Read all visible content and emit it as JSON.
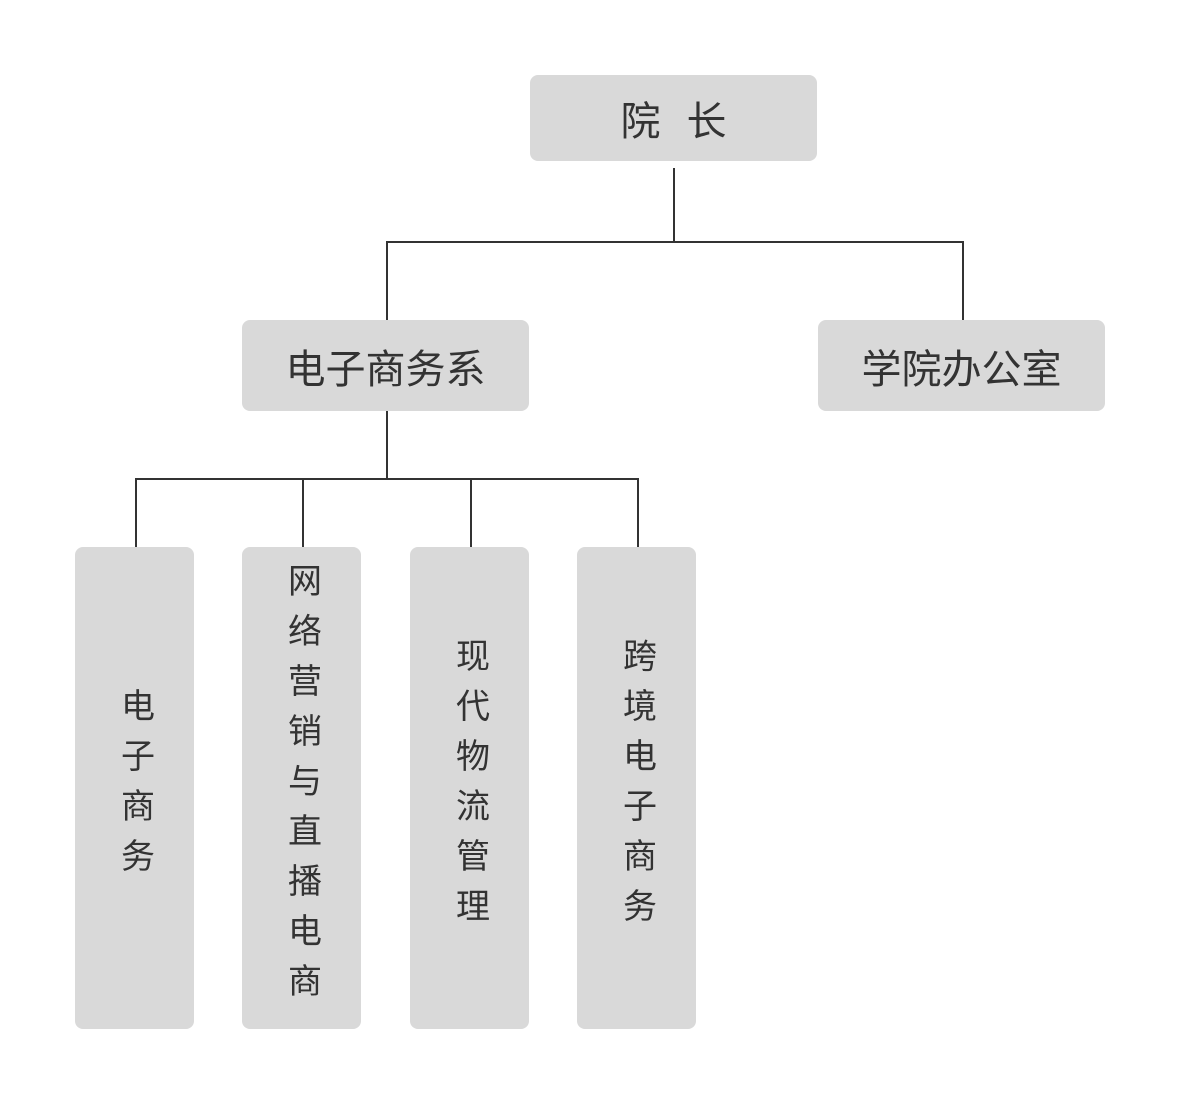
{
  "org_chart": {
    "root": {
      "label": "院长"
    },
    "level2": [
      {
        "label": "电子商务系"
      },
      {
        "label": "学院办公室"
      }
    ],
    "majors": [
      {
        "label": "电子商务"
      },
      {
        "label": "网络营销与直播电商"
      },
      {
        "label": "现代物流管理"
      },
      {
        "label": "跨境电子商务"
      }
    ]
  },
  "colors": {
    "node_fill": "#d9d9d9",
    "line": "#333333",
    "text": "#333333",
    "background": "#ffffff"
  }
}
